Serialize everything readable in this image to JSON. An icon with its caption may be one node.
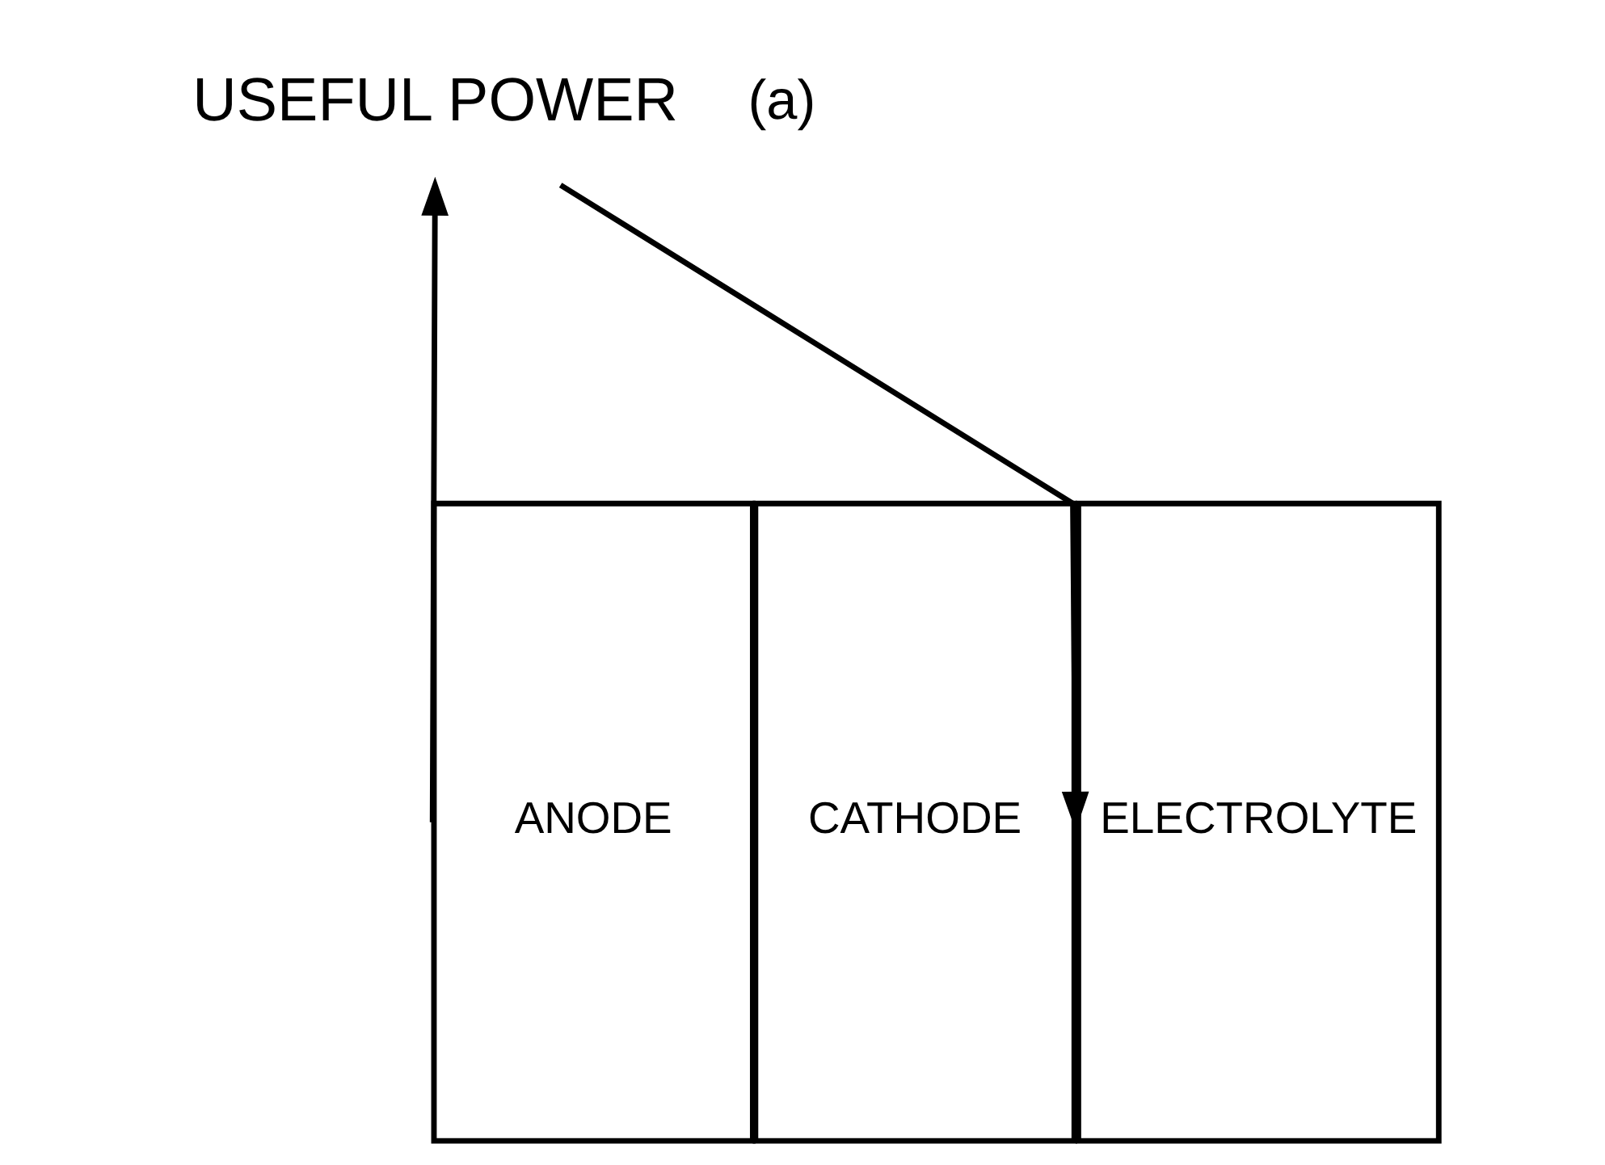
{
  "diagram": {
    "nodes": [
      {
        "text": [
          "ANODE"
        ]
      },
      {
        "text": [
          "ELECTROLYTE"
        ]
      },
      {
        "text": [
          "CATHODE"
        ]
      },
      {
        "text": [
          "USEFUL POWER"
        ]
      }
    ],
    "edges": [
      {
        "from": 0,
        "to": 3,
        "arrow": "to"
      },
      {
        "from": 3,
        "to": 2,
        "arrow": "to"
      }
    ],
    "labels": [
      "(a)"
    ]
  }
}
